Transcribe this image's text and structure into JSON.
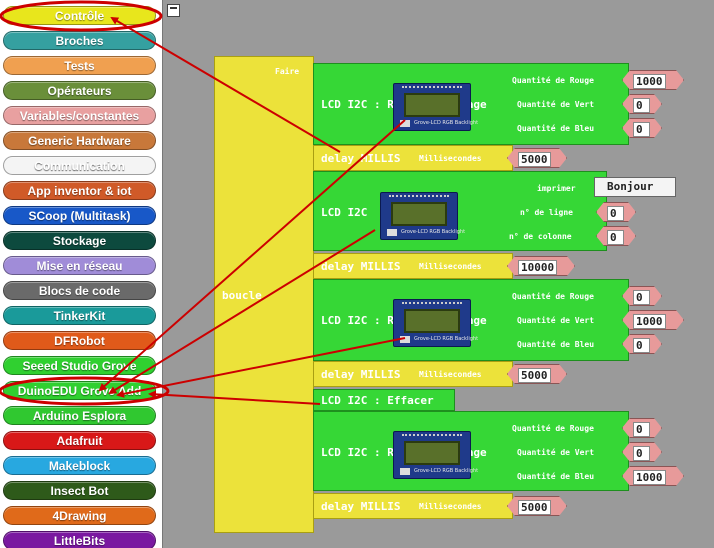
{
  "categories": [
    {
      "label": "Contrôle",
      "color": "#e8e61c"
    },
    {
      "label": "Broches",
      "color": "#35a0a0"
    },
    {
      "label": "Tests",
      "color": "#f0a050"
    },
    {
      "label": "Opérateurs",
      "color": "#6a8f3a"
    },
    {
      "label": "Variables/constantes",
      "color": "#e8a0a0"
    },
    {
      "label": "Generic Hardware",
      "color": "#c8783a"
    },
    {
      "label": "Communication",
      "color": "#f4f4f4"
    },
    {
      "label": "App inventor & iot",
      "color": "#d05a28"
    },
    {
      "label": "SCoop (Multitask)",
      "color": "#1858c8"
    },
    {
      "label": "Stockage",
      "color": "#0d4a3e"
    },
    {
      "label": "Mise en réseau",
      "color": "#a08cd8"
    },
    {
      "label": "Blocs de code",
      "color": "#6a6a6a"
    },
    {
      "label": "TinkerKit",
      "color": "#1a9a9a"
    },
    {
      "label": "DFRobot",
      "color": "#e05a1a"
    },
    {
      "label": "Seeed Studio Grove",
      "color": "#30d030"
    },
    {
      "label": "DuinoEDU Grove Add",
      "color": "#30d030"
    },
    {
      "label": "Arduino Esplora",
      "color": "#30c830"
    },
    {
      "label": "Adafruit",
      "color": "#d81818"
    },
    {
      "label": "Makeblock",
      "color": "#28a8e0"
    },
    {
      "label": "Insect Bot",
      "color": "#2e5a1a"
    },
    {
      "label": "4Drawing",
      "color": "#e06a1a"
    },
    {
      "label": "LittleBits",
      "color": "#7a18a0"
    }
  ],
  "program": {
    "faire_label": "Faire",
    "boucle_label": "boucle",
    "lcd_backlight_label": "LCD I2C : Rétro éclairage",
    "lcd_label": "LCD I2C",
    "lcd_clear_label": "LCD I2C : Effacer",
    "delay_label": "delay MILLIS",
    "ms_label": "Millisecondes",
    "rouge_label": "Quantité de Rouge",
    "vert_label": "Quantité de Vert",
    "bleu_label": "Quantité de Bleu",
    "imprimer_label": "imprimer",
    "ligne_label": "n° de ligne",
    "colonne_label": "n° de colonne",
    "lcd_module_text": "Grove-LCD RGB Backlight",
    "b1": {
      "rouge": "1000",
      "vert": "0",
      "bleu": "0"
    },
    "d1": "5000",
    "b2": {
      "text": "Bonjour",
      "ligne": "0",
      "colonne": "0"
    },
    "d2": "10000",
    "b3": {
      "rouge": "0",
      "vert": "1000",
      "bleu": "0"
    },
    "d3": "5000",
    "b5": {
      "rouge": "0",
      "vert": "0",
      "bleu": "1000"
    },
    "d5": "5000"
  },
  "colors": {
    "annotation": "#cc0000"
  }
}
